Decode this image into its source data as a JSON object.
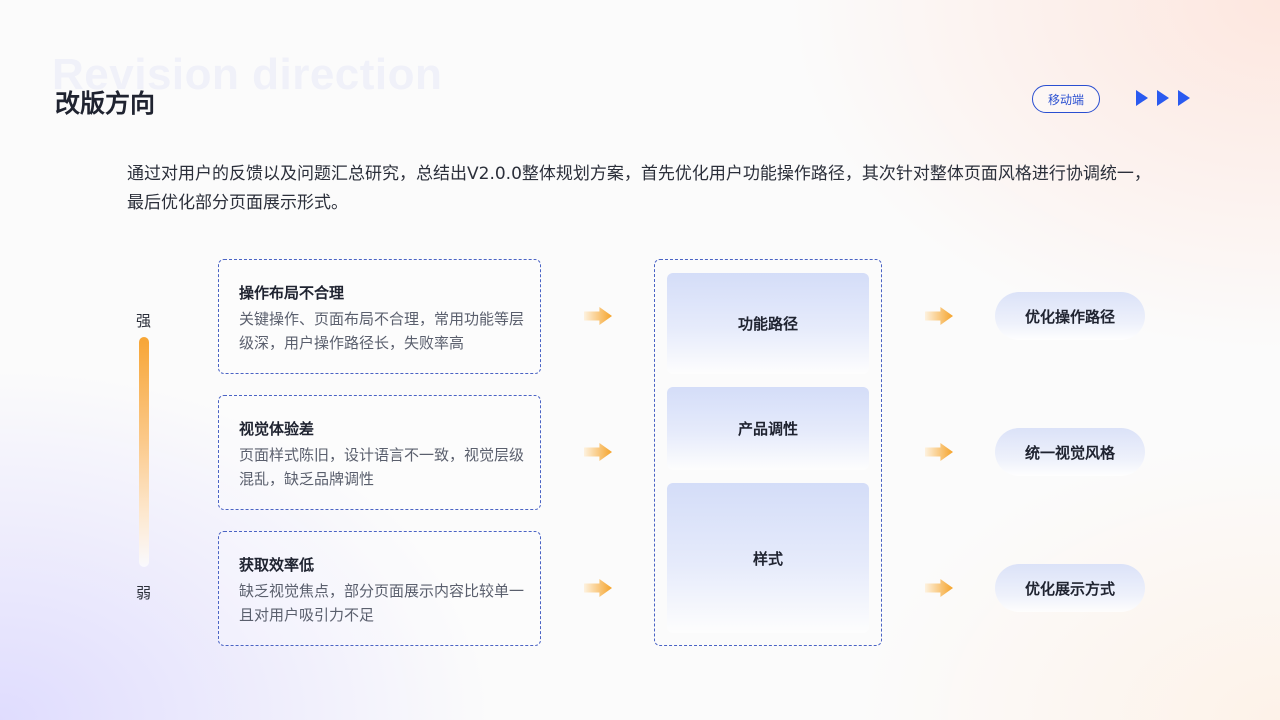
{
  "header": {
    "watermark": "Revision direction",
    "title": "改版方向",
    "tag": "移动端"
  },
  "intro": "通过对用户的反馈以及问题汇总研究，总结出V2.0.0整体规划方案，首先优化用户功能操作路径，其次针对整体页面风格进行协调统一，最后优化部分页面展示形式。",
  "scale": {
    "top": "强",
    "bottom": "弱"
  },
  "problems": [
    {
      "title": "操作布局不合理",
      "desc": "关键操作、页面布局不合理，常用功能等层级深，用户操作路径长，失败率高"
    },
    {
      "title": "视觉体验差",
      "desc": "页面样式陈旧，设计语言不一致，视觉层级混乱，缺乏品牌调性"
    },
    {
      "title": "获取效率低",
      "desc": "缺乏视觉焦点，部分页面展示内容比较单一且对用户吸引力不足"
    }
  ],
  "categories": [
    "功能路径",
    "产品调性",
    "样式"
  ],
  "results": [
    "优化操作路径",
    "统一视觉风格",
    "优化展示方式"
  ],
  "colors": {
    "accent": "#2a5af0",
    "arrow": "#f5a32a",
    "border": "#4a63c4"
  }
}
